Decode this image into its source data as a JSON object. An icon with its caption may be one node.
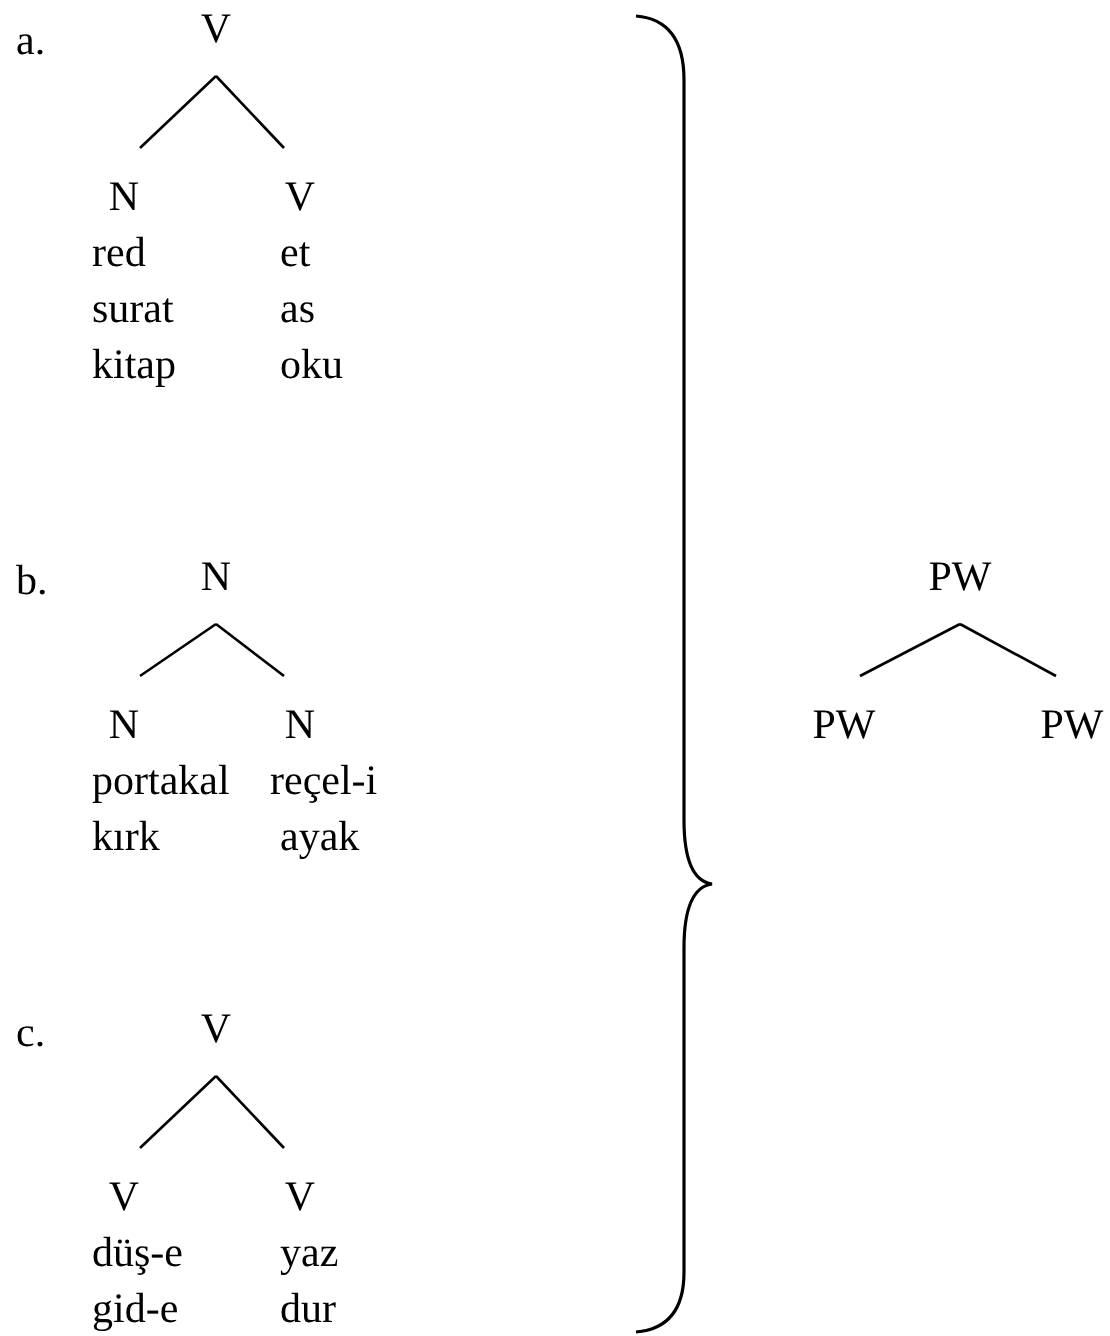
{
  "diagram": {
    "nodes": [
      {
        "text": [
          "V"
        ]
      },
      {
        "text": [
          "N"
        ]
      },
      {
        "text": [
          "V"
        ]
      },
      {
        "text": [
          "N"
        ]
      },
      {
        "text": [
          "N"
        ]
      },
      {
        "text": [
          "N"
        ]
      },
      {
        "text": [
          "V"
        ]
      },
      {
        "text": [
          "V"
        ]
      },
      {
        "text": [
          "V"
        ]
      },
      {
        "text": [
          "PW"
        ]
      },
      {
        "text": [
          "PW"
        ]
      },
      {
        "text": [
          "PW"
        ]
      }
    ],
    "edges": [
      {
        "from": 0,
        "to": 1,
        "arrow": "none"
      },
      {
        "from": 0,
        "to": 2,
        "arrow": "none"
      },
      {
        "from": 3,
        "to": 4,
        "arrow": "none"
      },
      {
        "from": 3,
        "to": 5,
        "arrow": "none"
      },
      {
        "from": 6,
        "to": 7,
        "arrow": "none"
      },
      {
        "from": 6,
        "to": 8,
        "arrow": "none"
      },
      {
        "from": 9,
        "to": 10,
        "arrow": "none"
      },
      {
        "from": 9,
        "to": 11,
        "arrow": "none"
      }
    ],
    "labels": [
      "a.",
      "red",
      "et",
      "surat",
      "as",
      "kitap",
      "oku",
      "b.",
      "portakal",
      "reçel-i",
      "kırk",
      "ayak",
      "c.",
      "düş-e",
      "yaz",
      "gid-e",
      "dur"
    ]
  }
}
